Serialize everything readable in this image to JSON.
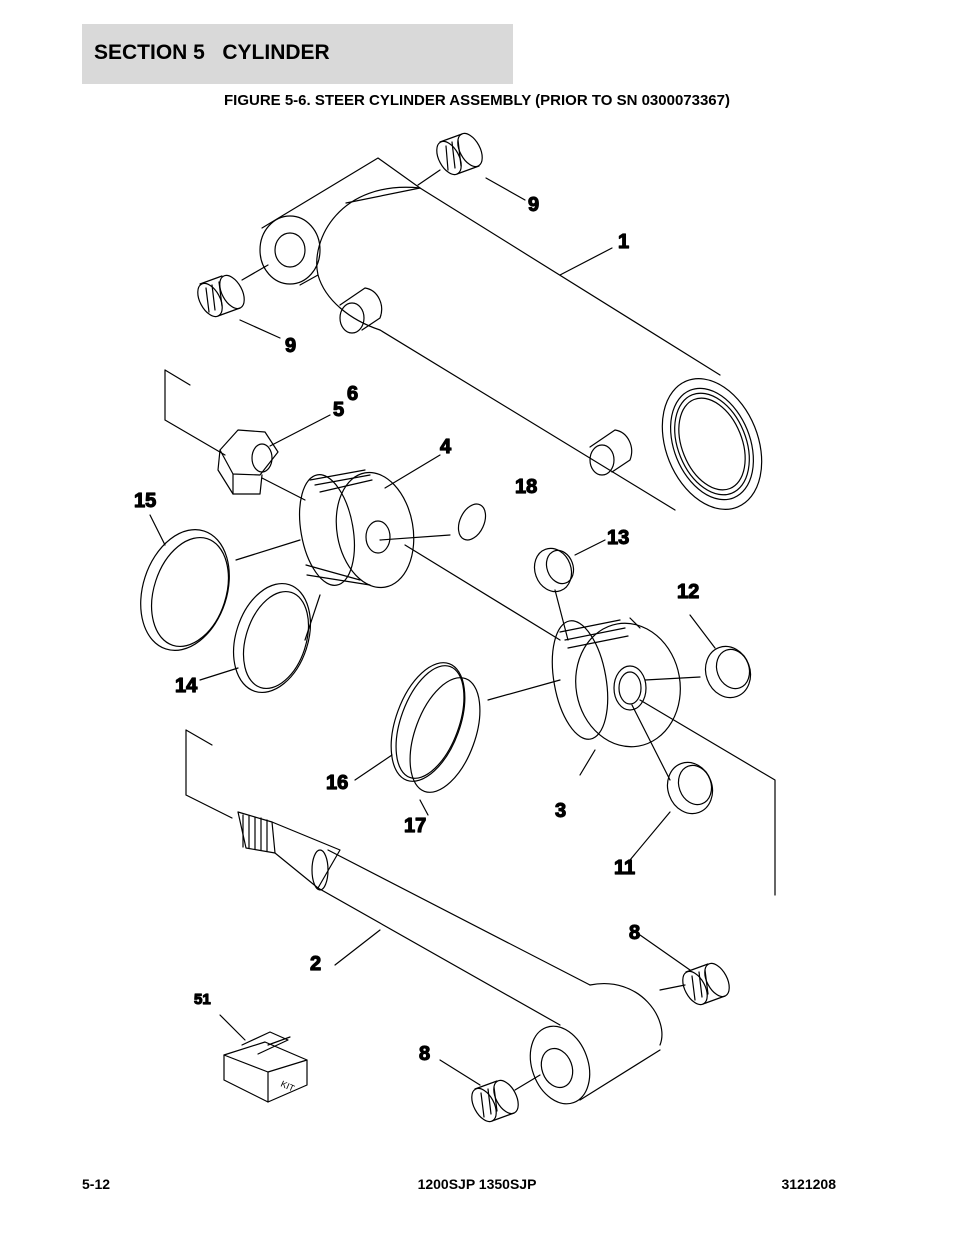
{
  "header": {
    "section_title": "SECTION 5   CYLINDER",
    "figure_title": "FIGURE 5-6. STEER CYLINDER ASSEMBLY (PRIOR TO SN 0300073367)"
  },
  "callouts": {
    "c1": "1",
    "c2": "2",
    "c3": "3",
    "c4": "4",
    "c5": "5",
    "c6": "6",
    "c8a": "8",
    "c8b": "8",
    "c9a": "9",
    "c9b": "9",
    "c11": "11",
    "c12": "12",
    "c13": "13",
    "c14": "14",
    "c15": "15",
    "c16": "16",
    "c17": "17",
    "c18": "18",
    "c51": "51"
  },
  "kit_label": "KIT",
  "footer": {
    "page_number": "5-12",
    "models": "1200SJP 1350SJP",
    "doc_number": "3121208"
  }
}
